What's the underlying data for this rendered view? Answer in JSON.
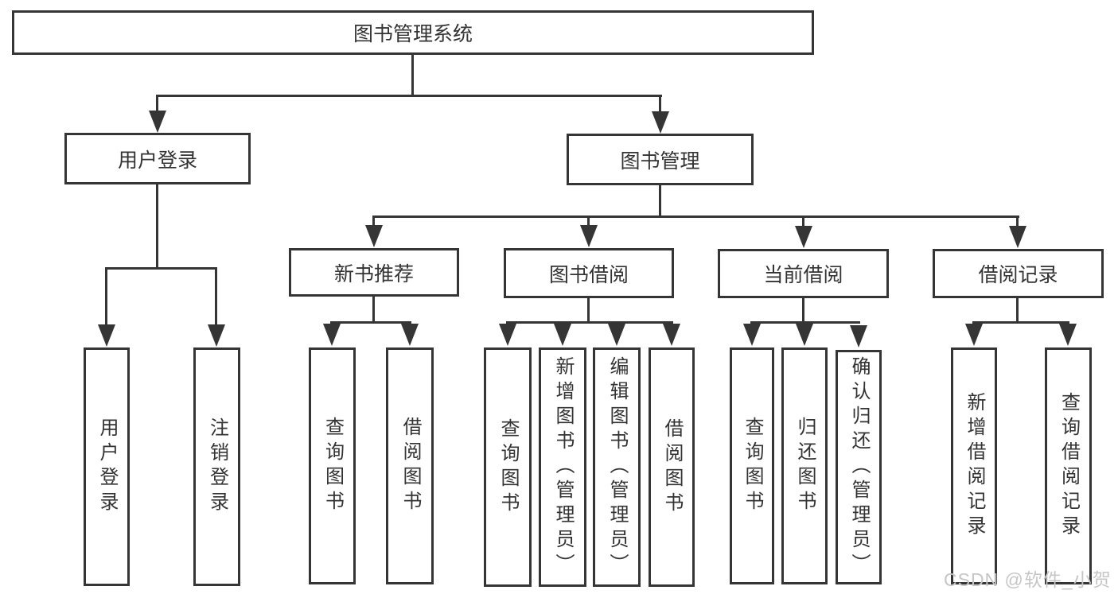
{
  "diagram": {
    "watermark": "CSDN @软件_小贺同学",
    "colors": {
      "line": "#353535",
      "text": "#333333",
      "watermark": "#c6c6c6",
      "background": "#ffffff"
    },
    "tree": {
      "root": {
        "label": "图书管理系统",
        "children": [
          {
            "label": "用户登录",
            "children": [
              {
                "label": "用户登录"
              },
              {
                "label": "注销登录"
              }
            ]
          },
          {
            "label": "图书管理",
            "children": [
              {
                "label": "新书推荐",
                "children": [
                  {
                    "label": "查询图书"
                  },
                  {
                    "label": "借阅图书"
                  }
                ]
              },
              {
                "label": "图书借阅",
                "children": [
                  {
                    "label": "查询图书"
                  },
                  {
                    "label": "新增图书（管理员）"
                  },
                  {
                    "label": "编辑图书（管理员）"
                  },
                  {
                    "label": "借阅图书"
                  }
                ]
              },
              {
                "label": "当前借阅",
                "children": [
                  {
                    "label": "查询图书"
                  },
                  {
                    "label": "归还图书"
                  },
                  {
                    "label": "确认归还（管理员）"
                  }
                ]
              },
              {
                "label": "借阅记录",
                "children": [
                  {
                    "label": "新增借阅记录"
                  },
                  {
                    "label": "查询借阅记录"
                  }
                ]
              }
            ]
          }
        ]
      }
    }
  }
}
